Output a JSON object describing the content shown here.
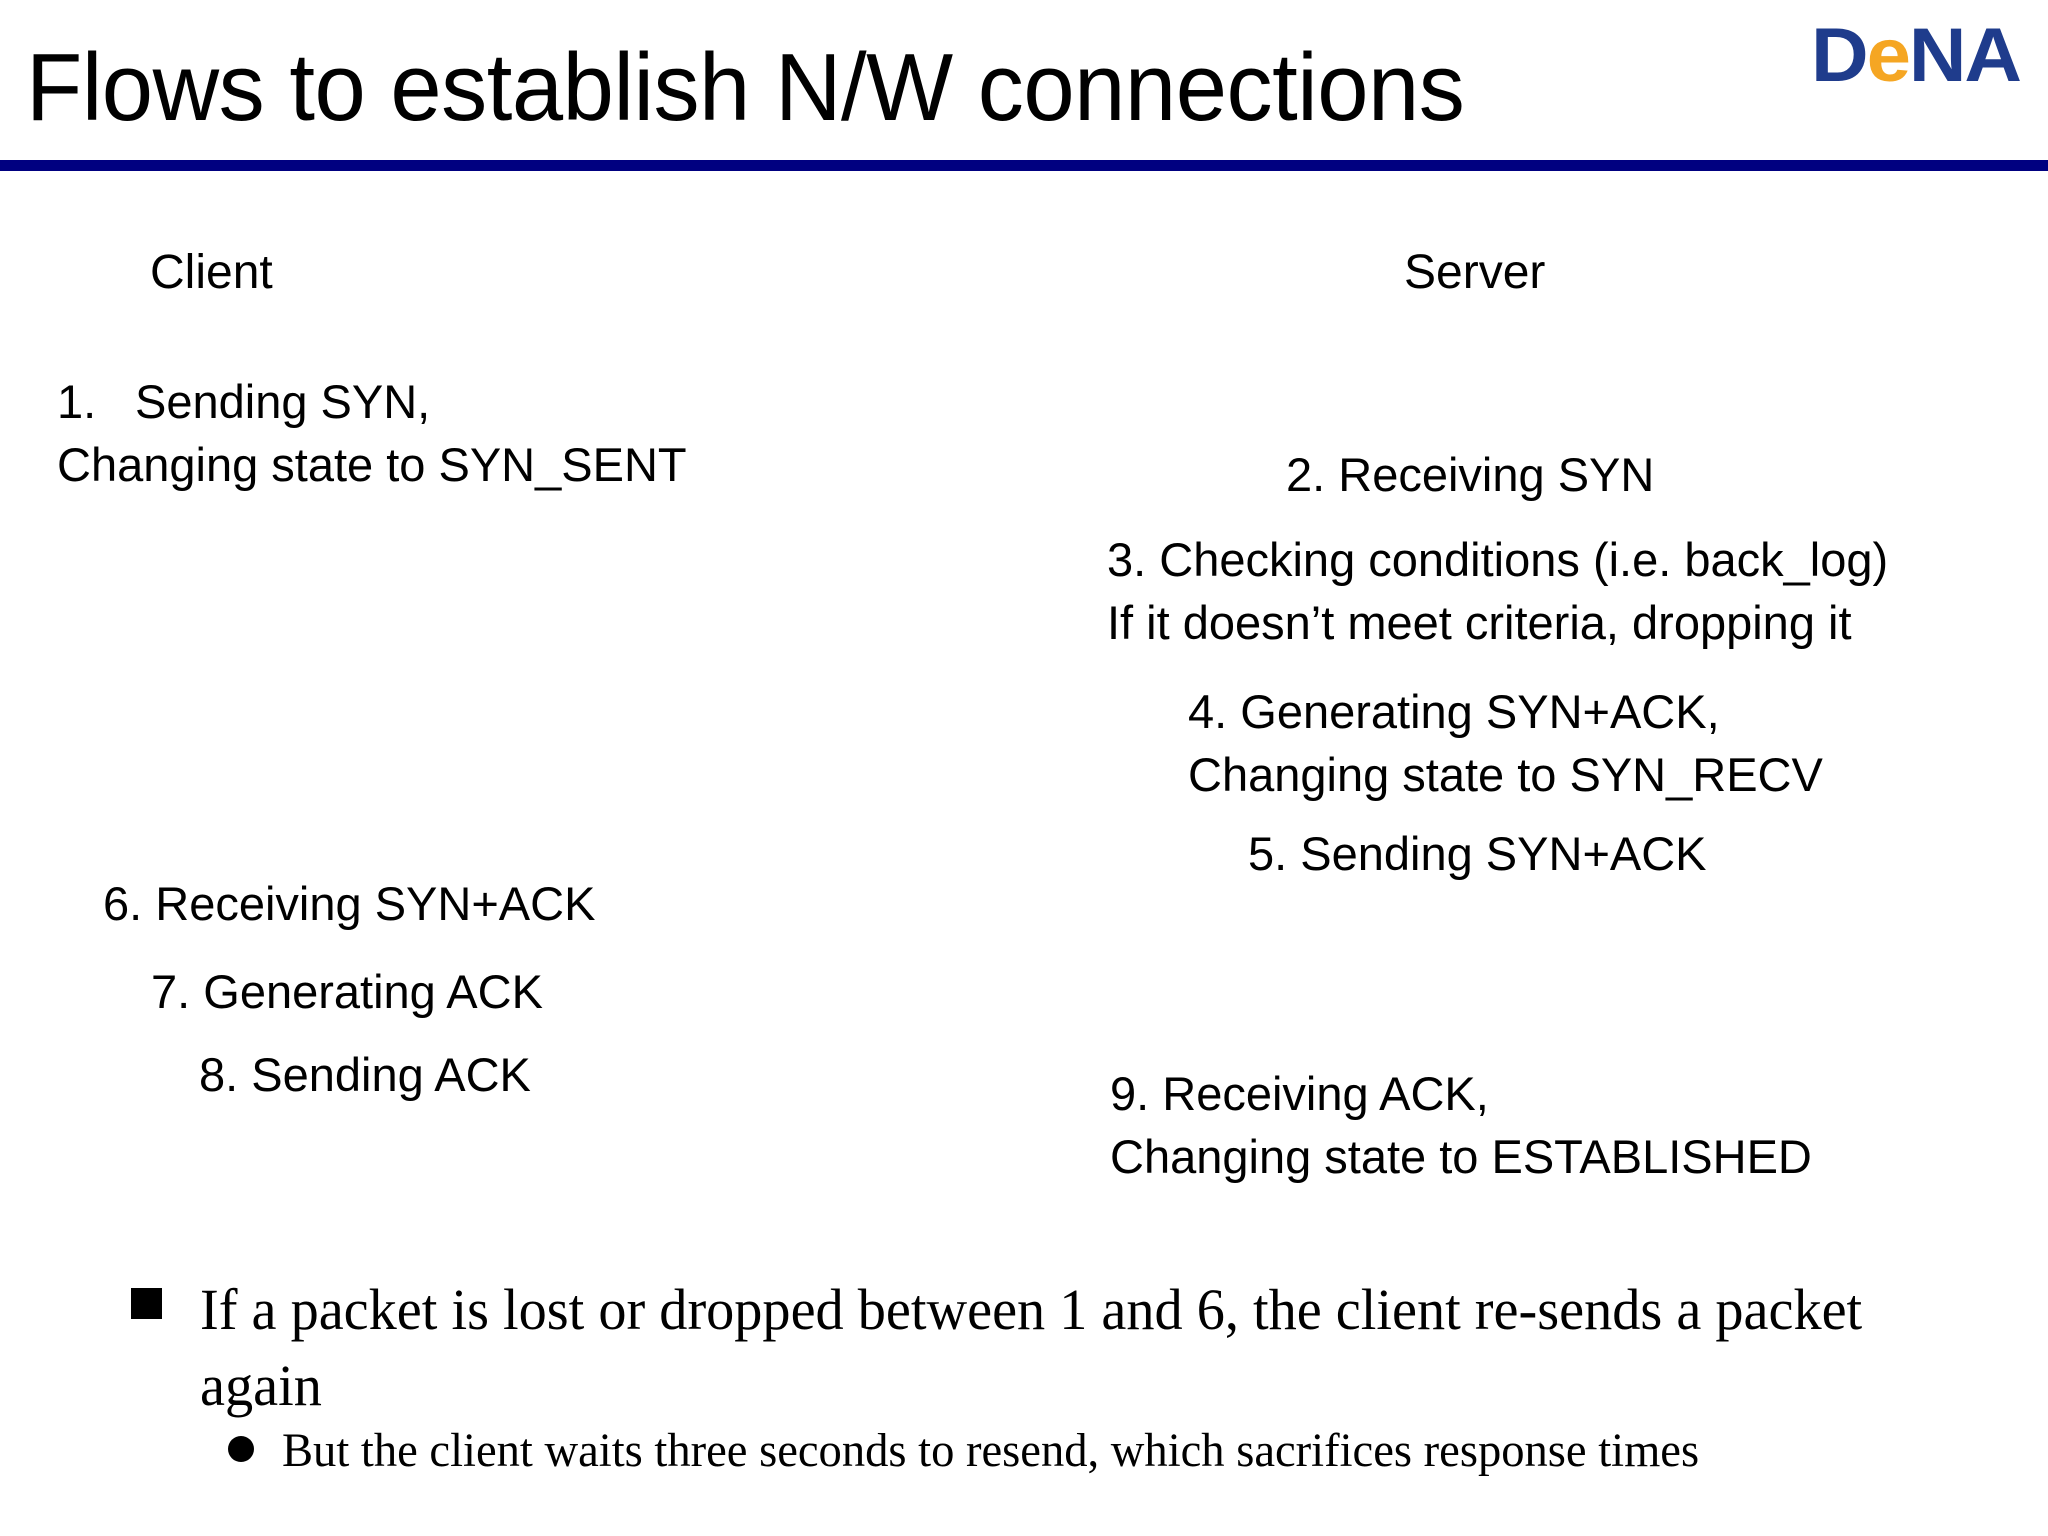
{
  "slide": {
    "title": "Flows to establish N/W connections",
    "rule_color": "#000080",
    "background_color": "#ffffff",
    "text_color": "#000000"
  },
  "logo": {
    "name": "DeNA",
    "part_d": "D",
    "part_e": "e",
    "part_na": "NA",
    "blue": "#1F3C8C",
    "orange": "#F5A623"
  },
  "columns": {
    "client_heading": "Client",
    "server_heading": "Server"
  },
  "steps": {
    "client": [
      {
        "number": "1.",
        "line1": "Sending SYN,",
        "line2": "Changing state to SYN_SENT"
      },
      {
        "number": "6.",
        "line1": "Receiving SYN+ACK"
      },
      {
        "number": "7.",
        "line1": "Generating ACK"
      },
      {
        "number": "8.",
        "line1": "Sending ACK"
      }
    ],
    "server": [
      {
        "number": "2.",
        "line1": "Receiving SYN"
      },
      {
        "number": "3.",
        "line1": "Checking conditions (i.e. back_log)",
        "line2": "If it doesn’t meet criteria, dropping it"
      },
      {
        "number": "4.",
        "line1": "Generating SYN+ACK,",
        "line2": "Changing state to SYN_RECV"
      },
      {
        "number": "5.",
        "line1": "Sending SYN+ACK"
      },
      {
        "number": "9.",
        "line1": "Receiving ACK,",
        "line2": "Changing state to ESTABLISHED"
      }
    ]
  },
  "notes": {
    "level1": "If a packet is lost or dropped between 1 and 6, the client re-sends a packet again",
    "level2": "But the client waits three seconds to resend, which sacrifices response times"
  }
}
